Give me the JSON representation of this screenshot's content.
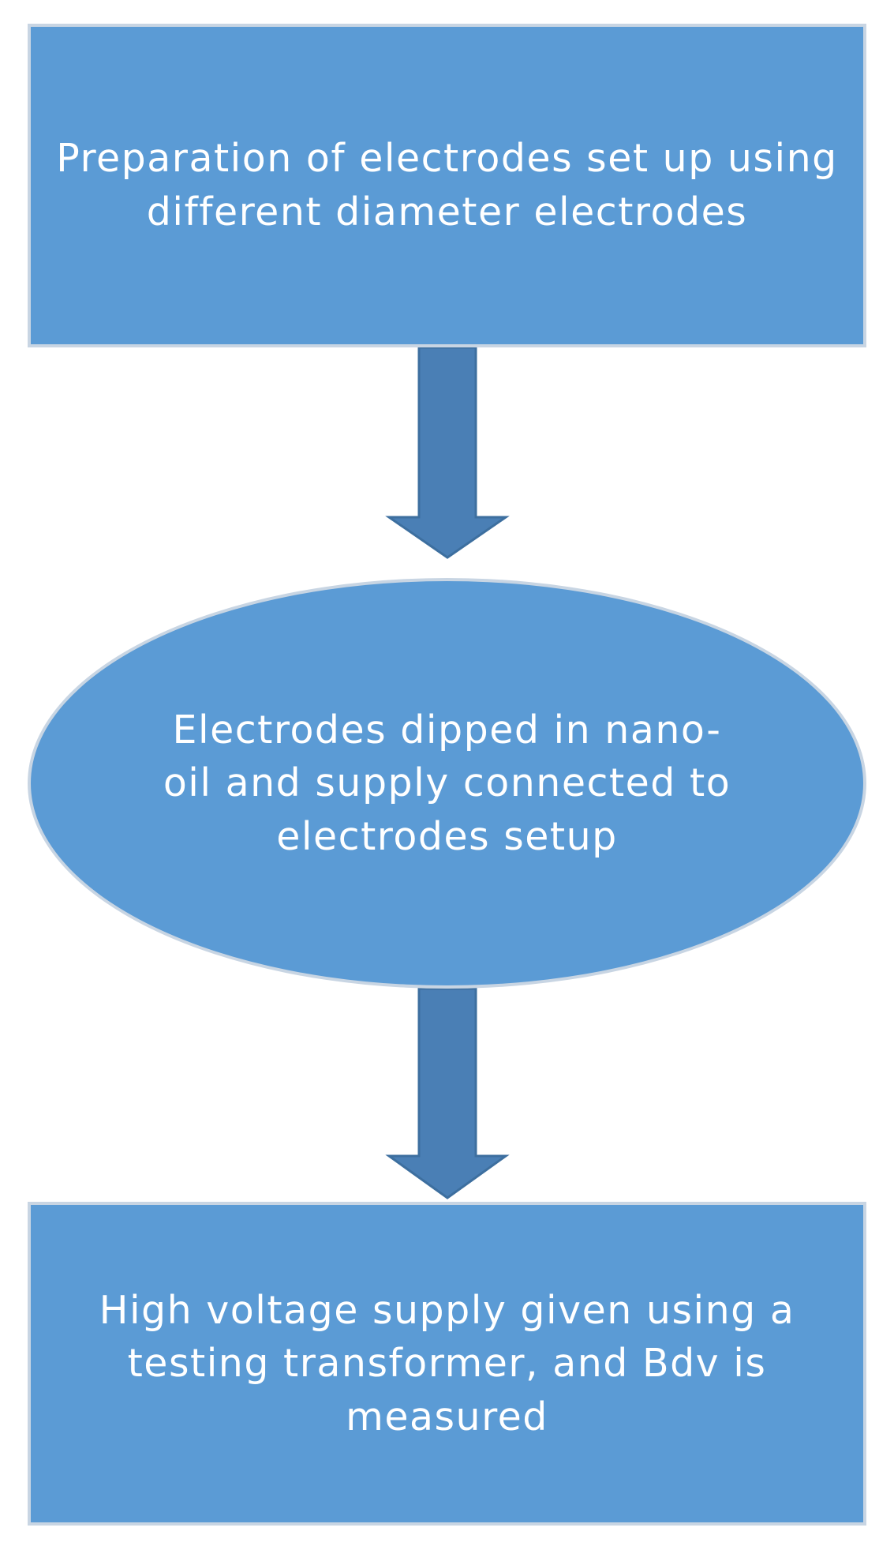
{
  "flowchart": {
    "steps": [
      {
        "shape": "rectangle",
        "text": "Preparation of electrodes set up using different diameter electrodes"
      },
      {
        "shape": "ellipse",
        "text": "Electrodes dipped in nano-oil and supply connected to electrodes setup"
      },
      {
        "shape": "rectangle",
        "text": "High voltage supply given using a testing transformer, and Bdv is measured"
      }
    ],
    "colors": {
      "fill": "#5b9bd5",
      "outline": "#c8d5e3",
      "arrow": "#4a7fb5",
      "arrow_outline": "#3d6f9f",
      "text": "#ffffff"
    }
  }
}
